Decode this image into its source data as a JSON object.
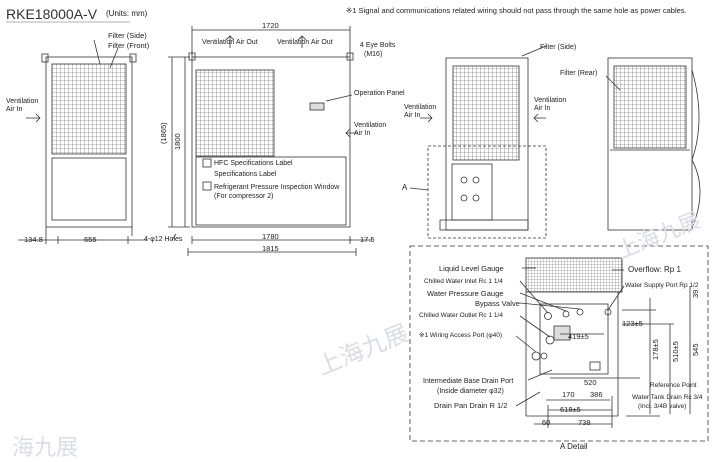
{
  "header": {
    "model": "RKE18000A-V",
    "units": "(Units: mm)",
    "note": "※1 Signal and communications related wiring should not pass through the same hole as power cables."
  },
  "front_view": {
    "filter_side": "Filter (Side)",
    "filter_front": "Filter (Front)",
    "vent_air_in": [
      "Ventilation",
      "Air In"
    ],
    "dim_134": "134.8",
    "dim_655": "655",
    "holes": "4-φ12 Holes"
  },
  "main_view": {
    "width_top": "1720",
    "vent_out_1": "Ventilation Air Out",
    "vent_out_2": "Ventilation Air Out",
    "eye_bolts": [
      "4 Eye Bolts",
      "(M16)"
    ],
    "operation_panel": "Operation Panel",
    "vent_air_in": [
      "Ventilation",
      "Air In"
    ],
    "dim_1865": "(1865)",
    "dim_1800": "1800",
    "hfc_label": "HFC Specifications Label",
    "spec_label": "Specifications Label",
    "refrigerant_window": [
      "Refrigerant Pressure Inspection Window",
      "(For compressor 2)"
    ],
    "dim_1780": "1780",
    "dim_1815": "1815",
    "dim_17_5": "17.5"
  },
  "side_view": {
    "filter_side": "Filter (Side)",
    "vent_air_in": [
      "Ventilation",
      "Air In"
    ],
    "label_a": "A"
  },
  "rear_view": {
    "filter_rear": "Filter (Rear)"
  },
  "detail": {
    "liquid_level": "Liquid Level Gauge",
    "chilled_inlet": "Chilled Water Inlet Rc 1 1/4",
    "water_pressure": "Water Pressure Gauge",
    "bypass": "Bypass Valve",
    "chilled_outlet": "Chilled Water Outlet Rc 1 1/4",
    "wiring": "※1 Wiring Access Port (φ40)",
    "intermediate_drain": [
      "Intermediate Base Drain Port",
      "(Inside diameter φ32)"
    ],
    "drain_pan": "Drain Pan Drain R 1/2",
    "overflow": "Overflow: Rp 1",
    "supply": "Water Supply Port Rp 1/2",
    "d39": "39",
    "d123": "123±5",
    "d419": "419±5",
    "d178": "178±5",
    "d510": "510±5",
    "d545": "545",
    "d170": "170",
    "d386": "386",
    "d520": "520",
    "d618": "618±5",
    "d60": "60",
    "d738": "738",
    "ref_point": "Reference Point",
    "tank_drain": [
      "Water Tank Drain Rc 3/4",
      "(Incl. 3/4B valve)"
    ],
    "caption": "A Detail"
  },
  "watermark": [
    "上海九展",
    "上海九展",
    "海九展"
  ]
}
